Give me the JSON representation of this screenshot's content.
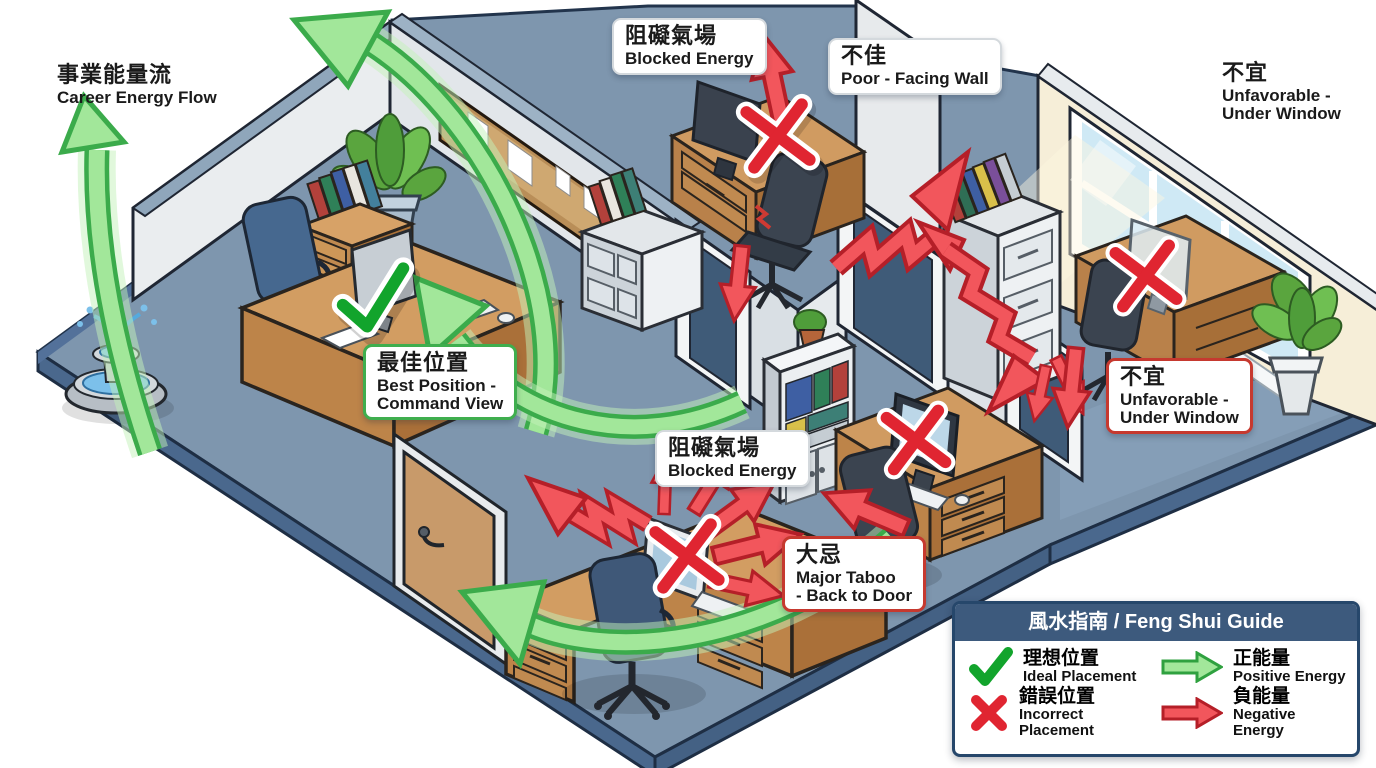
{
  "scene": {
    "labels": {
      "career": {
        "zh": "事業能量流",
        "en": "Career Energy Flow"
      },
      "blocked_top": {
        "zh": "阻礙氣場",
        "en": "Blocked Energy"
      },
      "poor_facing_wall": {
        "zh": "不佳",
        "en": "Poor - Facing Wall"
      },
      "unfavorable_top": {
        "zh": "不宜",
        "en": "Unfavorable -\nUnder Window"
      },
      "best_position": {
        "zh": "最佳位置",
        "en": "Best Position -\nCommand View"
      },
      "blocked_mid": {
        "zh": "阻礙氣場",
        "en": "Blocked Energy"
      },
      "major_taboo": {
        "zh": "大忌",
        "en": "Major Taboo\n- Back to Door"
      },
      "unfavorable_mid": {
        "zh": "不宜",
        "en": "Unfavorable -\nUnder Window"
      }
    },
    "colors": {
      "positive_energy": "#3bab4b",
      "negative_energy": "#e02531",
      "floor": "#7e96ae",
      "legend_header": "#3d5a7d",
      "ideal_check": "#12a42c",
      "incorrect_cross": "#e02531"
    }
  },
  "legend": {
    "title": "風水指南 / Feng Shui Guide",
    "items": [
      {
        "icon": "check-icon",
        "zh": "理想位置",
        "en": "Ideal Placement"
      },
      {
        "icon": "green-arrow-icon",
        "zh": "正能量",
        "en": "Positive Energy"
      },
      {
        "icon": "cross-icon",
        "zh": "錯誤位置",
        "en": "Incorrect Placement"
      },
      {
        "icon": "red-arrow-icon",
        "zh": "負能量",
        "en": "Negative Energy"
      }
    ]
  }
}
